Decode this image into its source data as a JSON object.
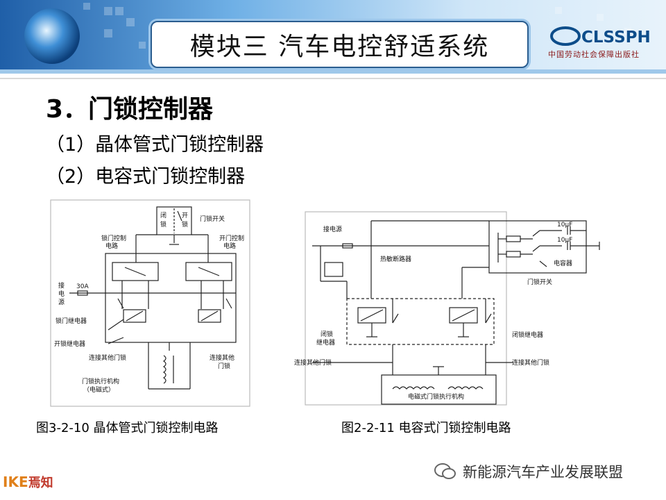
{
  "header": {
    "title": "模块三  汽车电控舒适系统",
    "logo": "CLSSPH",
    "logo_sub": "中国劳动社会保障出版社"
  },
  "main": {
    "heading": "3．门锁控制器",
    "items": [
      "（1）晶体管式门锁控制器",
      "（2）电容式门锁控制器"
    ]
  },
  "figure1": {
    "caption": "图3-2-10 晶体管式门锁控制电路",
    "labels": {
      "close": "闭",
      "lock1": "锁",
      "open": "开",
      "lock2": "锁",
      "door_switch": "门锁开关",
      "lock_ctrl": "锁门控制",
      "circuit1": "电路",
      "unlock_ctrl": "开门控制",
      "circuit2": "电路",
      "conn1": "接",
      "conn2": "电",
      "conn3": "源",
      "fuse": "30A",
      "lock_relay": "锁门继电器",
      "unlock_relay": "开锁继电器",
      "other_locks_l": "连接其他门锁",
      "other_locks_r1": "连接其他",
      "other_locks_r2": "门锁",
      "actuator1": "门锁执行机构",
      "actuator2": "（电磁式）"
    }
  },
  "figure2": {
    "caption": "图2-2-11  电容式门锁控制电路",
    "labels": {
      "power": "接电源",
      "cap1": "10μF",
      "cap2": "10μF",
      "capacitor": "电容器",
      "thermal_breaker": "热敏断路器",
      "door_switch": "门锁开关",
      "close_relay_l1": "闭锁",
      "close_relay_l2": "继电器",
      "close_relay_r": "闭锁继电器",
      "other_locks_l": "连接其他门锁",
      "other_locks_r": "连接其他门锁",
      "actuator": "电磁式门锁执行机构"
    }
  },
  "footer": {
    "ike_letters": "IKE",
    "ike_rest": "焉知",
    "watermark": "新能源汽车产业发展联盟"
  },
  "colors": {
    "banner_blue": "#2f7bc2",
    "title_border": "#2a5d8f",
    "logo_blue": "#0d4d8a"
  }
}
